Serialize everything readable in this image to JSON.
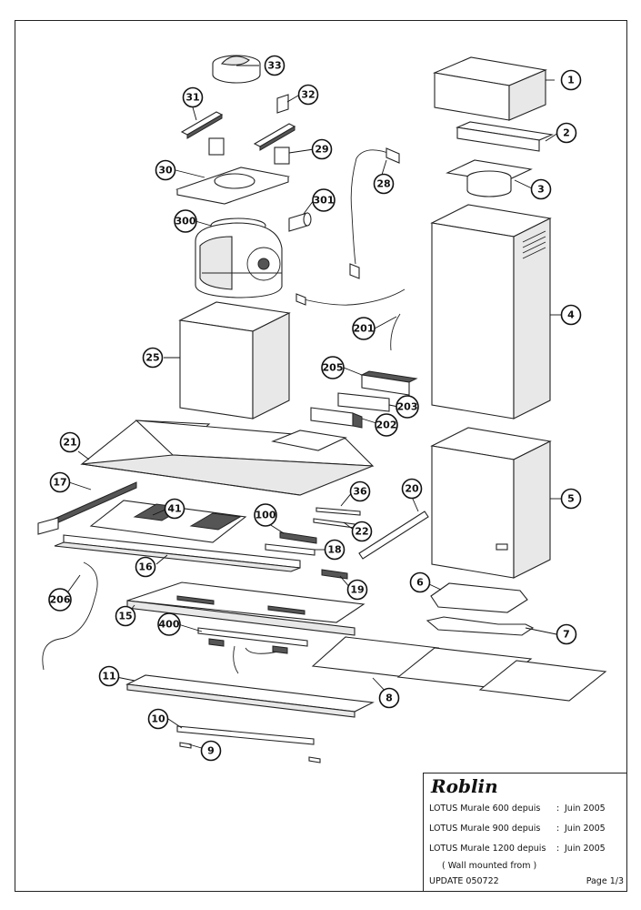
{
  "diagram": {
    "part_numbers": [
      "1",
      "2",
      "3",
      "4",
      "5",
      "6",
      "7",
      "8",
      "9",
      "10",
      "11",
      "15",
      "16",
      "17",
      "18",
      "19",
      "20",
      "21",
      "22",
      "25",
      "28",
      "29",
      "30",
      "31",
      "32",
      "33",
      "36",
      "41",
      "100",
      "201",
      "202",
      "203",
      "205",
      "206",
      "300",
      "301",
      "400"
    ]
  },
  "title_block": {
    "brand": "Roblin",
    "rows": [
      {
        "model": "LOTUS Murale 600 depuis",
        "colon": ":",
        "date": "Juin 2005"
      },
      {
        "model": "LOTUS Murale 900 depuis",
        "colon": ":",
        "date": "Juin 2005"
      },
      {
        "model": "LOTUS Murale 1200 depuis",
        "colon": ":",
        "date": "Juin 2005"
      }
    ],
    "wall_note": "( Wall mounted from )",
    "update": "UPDATE 050722",
    "page": "Page 1/3"
  }
}
